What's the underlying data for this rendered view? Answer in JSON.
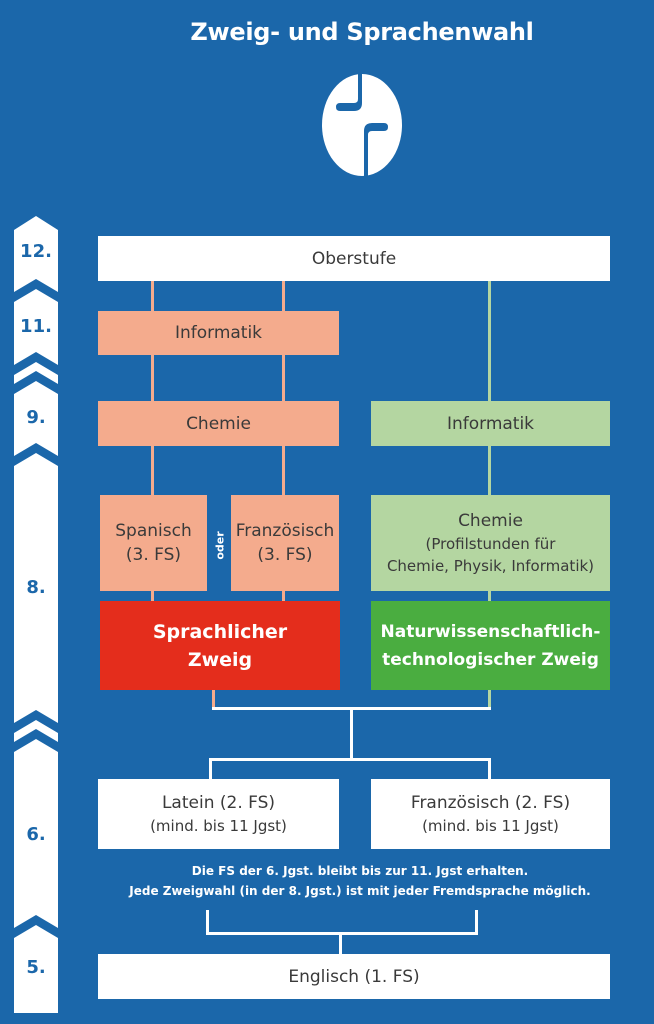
{
  "title": "Zweig- und Sprachenwahl",
  "logo": {
    "icon": "cross-circle-logo-icon"
  },
  "grades": [
    "12.",
    "11.",
    "9.",
    "8.",
    "6.",
    "5."
  ],
  "boxes": {
    "oberstufe": "Oberstufe",
    "sprachlich_informatik": "Informatik",
    "sprachlich_chemie": "Chemie",
    "spanisch": {
      "line1": "Spanisch",
      "line2": "(3. FS)"
    },
    "oder": "oder",
    "franzoesisch3": {
      "line1": "Französisch",
      "line2": "(3. FS)"
    },
    "nt_informatik": "Informatik",
    "nt_chemie": {
      "line1": "Chemie",
      "line2": "(Profilstunden für",
      "line3": "Chemie, Physik, Informatik)"
    },
    "sprachlicher_zweig": {
      "line1": "Sprachlicher",
      "line2": "Zweig"
    },
    "nt_zweig": {
      "line1": "Naturwissenschaftlich-",
      "line2": "technologischer Zweig"
    },
    "latein": {
      "line1": "Latein (2. FS)",
      "line2": "(mind. bis 11 Jgst)"
    },
    "franzoesisch2": {
      "line1": "Französisch (2. FS)",
      "line2": "(mind. bis 11 Jgst)"
    },
    "englisch": "Englisch (1. FS)"
  },
  "notes": [
    "Die FS der 6. Jgst. bleibt bis zur 11. Jgst erhalten.",
    "Jede Zweigwahl (in der 8. Jgst.) ist mit jeder Fremdsprache möglich."
  ],
  "colors": {
    "background": "#1b67aa",
    "salmon": "#f4ab8d",
    "light_green": "#b4d6a1",
    "red": "#e42d1c",
    "green": "#4aad40",
    "white": "#ffffff"
  }
}
